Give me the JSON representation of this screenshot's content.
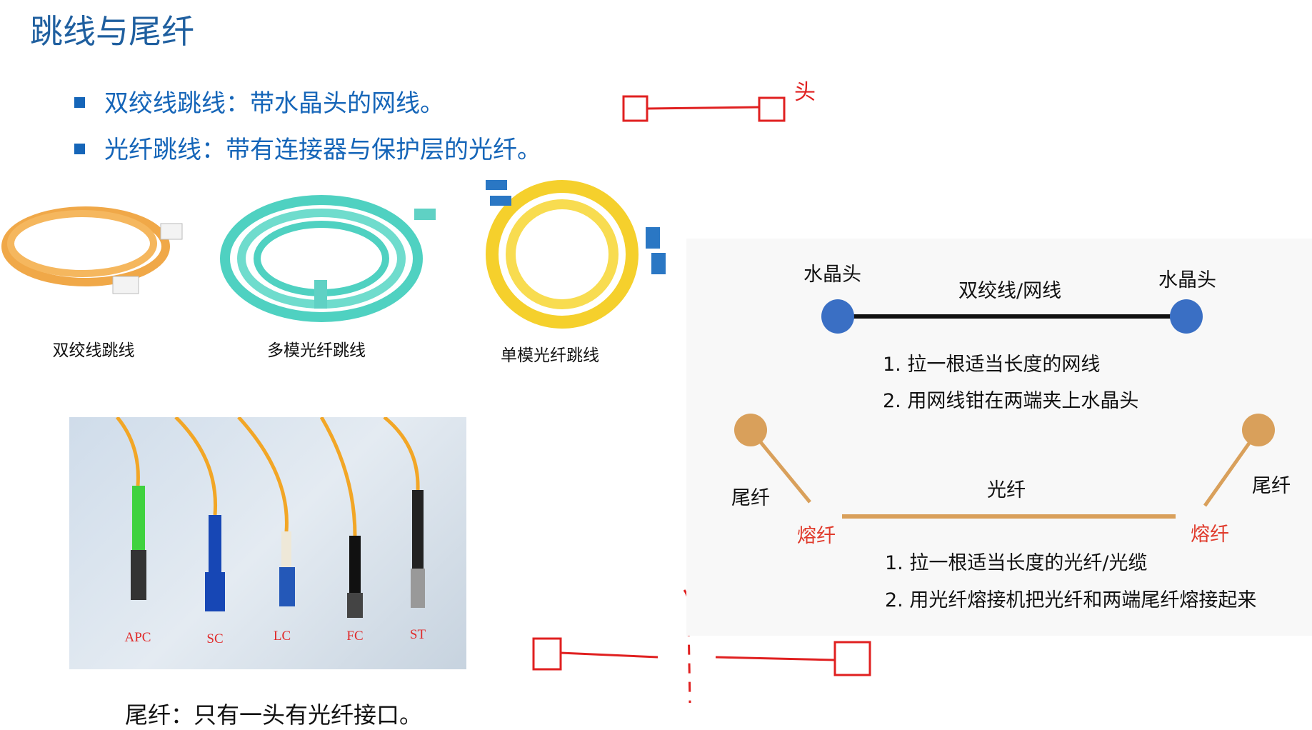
{
  "title": "跳线与尾纤",
  "bullets": [
    "双绞线跳线：带水晶头的网线。",
    "光纤跳线：带有连接器与保护层的光纤。"
  ],
  "images": {
    "twisted_pair_label": "双绞线跳线",
    "multimode_label": "多模光纤跳线",
    "singlemode_label": "单模光纤跳线"
  },
  "pigtail_photo": {
    "connectors": [
      "APC",
      "SC",
      "LC",
      "FC",
      "ST"
    ]
  },
  "pigtail_caption": "尾纤：只有一头有光纤接口。",
  "annotation": {
    "head_label": "头"
  },
  "diagram": {
    "rj45_left": "水晶头",
    "cable_label": "双绞线/网线",
    "rj45_right": "水晶头",
    "cable_steps": [
      "1.  拉一根适当长度的网线",
      "2.  用网线钳在两端夹上水晶头"
    ],
    "pigtail_left": "尾纤",
    "fiber_label": "光纤",
    "pigtail_right": "尾纤",
    "splice_left": "熔纤",
    "splice_right": "熔纤",
    "fiber_steps": [
      "1.  拉一根适当长度的光纤/光缆",
      "2.  用光纤熔接机把光纤和两端尾纤熔接起来"
    ]
  },
  "colors": {
    "title": "#1f5f9f",
    "bullet": "#1565b8",
    "rj45_dot": "#3a6fc4",
    "pigtail_dot": "#d9a05b",
    "annotation_red": "#e02020"
  }
}
